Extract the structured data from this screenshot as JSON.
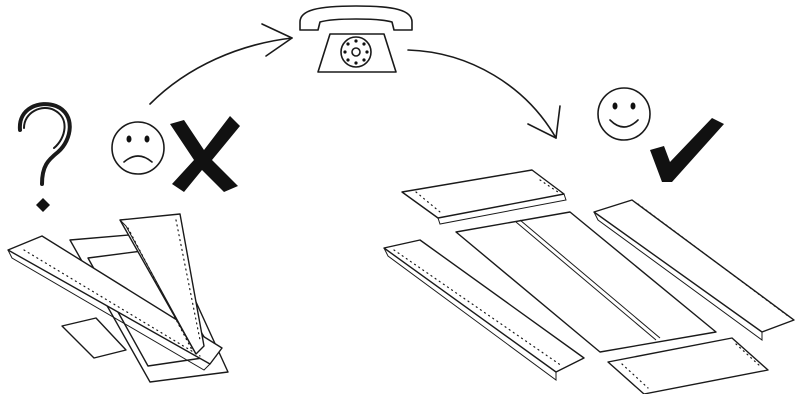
{
  "scene": {
    "left_state": {
      "question_icon": "question-mark-icon",
      "face_icon": "sad-face-icon",
      "mark_icon": "cross-icon",
      "pieces": "messy-pile-of-panels"
    },
    "middle": {
      "icon": "rotary-telephone-icon",
      "flow": [
        "arrow-to-phone",
        "arrow-from-phone"
      ]
    },
    "right_state": {
      "face_icon": "happy-face-icon",
      "mark_icon": "check-mark-icon",
      "pieces": "organized-panels-layout"
    },
    "colors": {
      "ink": "#111111",
      "background": "#ffffff"
    }
  }
}
